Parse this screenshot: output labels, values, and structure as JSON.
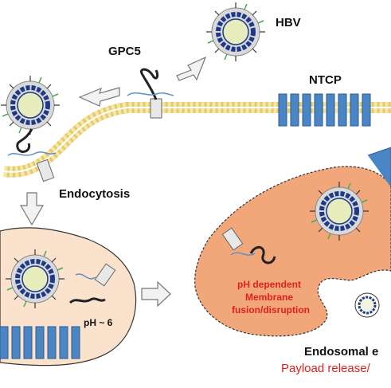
{
  "labels": {
    "hbv": "HBV",
    "gpc5": "GPC5",
    "ntcp": "NTCP",
    "endocytosis": "Endocytosis",
    "ph": "pH ~ 6",
    "ph_dependent": "pH dependent",
    "membrane": "Membrane",
    "fusion": "fusion/disruption",
    "endosomal": "Endosomal e",
    "payload": "Payload release/"
  },
  "colors": {
    "membrane_head": "#f4e7a8",
    "membrane_tail": "#e8c96a",
    "receptor_blue": "#4a86c5",
    "virus_core": "#e7ecbc",
    "virus_ring": "#1d3a8a",
    "endosome_light": "#fbe2cc",
    "endosome_dark": "#f2a77a",
    "arrow_fill": "#f2f2f2",
    "text_red": "#e0201c"
  }
}
